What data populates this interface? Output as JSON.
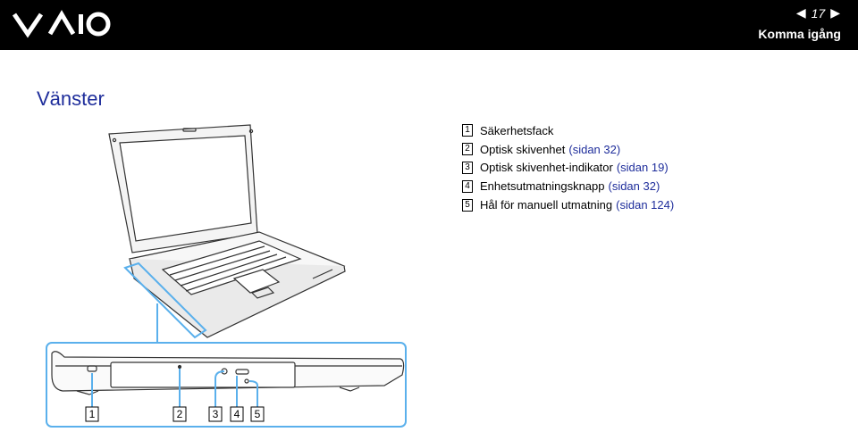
{
  "header": {
    "page_number": "17",
    "section": "Komma igång",
    "logo_text": "VAIO"
  },
  "heading": "Vänster",
  "legend": [
    {
      "number": "1",
      "text": "Säkerhetsfack",
      "link": ""
    },
    {
      "number": "2",
      "text": "Optisk skivenhet",
      "link": "(sidan 32)"
    },
    {
      "number": "3",
      "text": "Optisk skivenhet-indikator",
      "link": "(sidan 19)"
    },
    {
      "number": "4",
      "text": "Enhetsutmatningsknapp",
      "link": "(sidan 32)"
    },
    {
      "number": "5",
      "text": "Hål för manuell utmatning",
      "link": "(sidan 124)"
    }
  ],
  "callouts": [
    "1",
    "2",
    "3",
    "4",
    "5"
  ],
  "colors": {
    "accent": "#1e2d9b",
    "header_bg": "#000000",
    "callout_frame": "#5ab0ec"
  }
}
